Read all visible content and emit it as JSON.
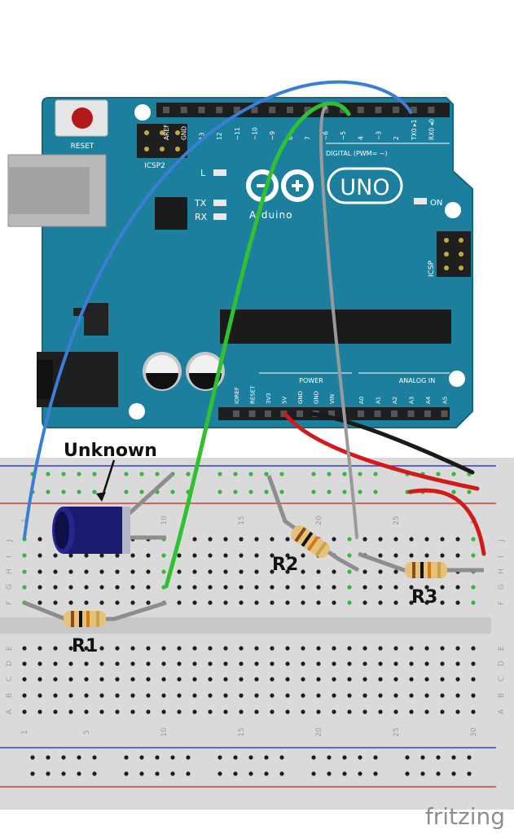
{
  "arduino": {
    "reset_label": "RESET",
    "icsp2_label": "ICSP2",
    "icsp_label": "ICSP",
    "led_l": "L",
    "led_tx": "TX",
    "led_rx": "RX",
    "led_on": "ON",
    "brand": "Arduino",
    "model": "UNO",
    "digital_label": "DIGITAL (PWM= ~)",
    "power_label": "POWER",
    "analog_label": "ANALOG IN",
    "top_header": [
      "AREF",
      "GND",
      "13",
      "12",
      "~11",
      "~10",
      "~9",
      "8",
      "7",
      "~6",
      "~5",
      "4",
      "~3",
      "2",
      "TX0 ▸1",
      "RX0 ◂0"
    ],
    "power_header": [
      "IOREF",
      "RESET",
      "3V3",
      "5V",
      "GND",
      "GND",
      "VIN"
    ],
    "analog_header": [
      "A0",
      "A1",
      "A2",
      "A3",
      "A4",
      "A5"
    ]
  },
  "breadboard": {
    "row_letters_top": [
      "J",
      "I",
      "H",
      "G",
      "F"
    ],
    "row_letters_bottom": [
      "E",
      "D",
      "C",
      "B",
      "A"
    ],
    "column_numbers": [
      "1",
      "5",
      "10",
      "15",
      "20",
      "25",
      "30"
    ]
  },
  "components": {
    "capacitor_label": "Unknown",
    "r1_label": "R1",
    "r2_label": "R2",
    "r3_label": "R3"
  },
  "colors": {
    "board": "#1d7f9e",
    "wire_blue": "#3a7fd5",
    "wire_green": "#2fc12f",
    "wire_gray": "#9a9a9a",
    "wire_red": "#d11a1a",
    "wire_black": "#1a1a1a"
  },
  "footer": {
    "brand": "fritzing"
  }
}
